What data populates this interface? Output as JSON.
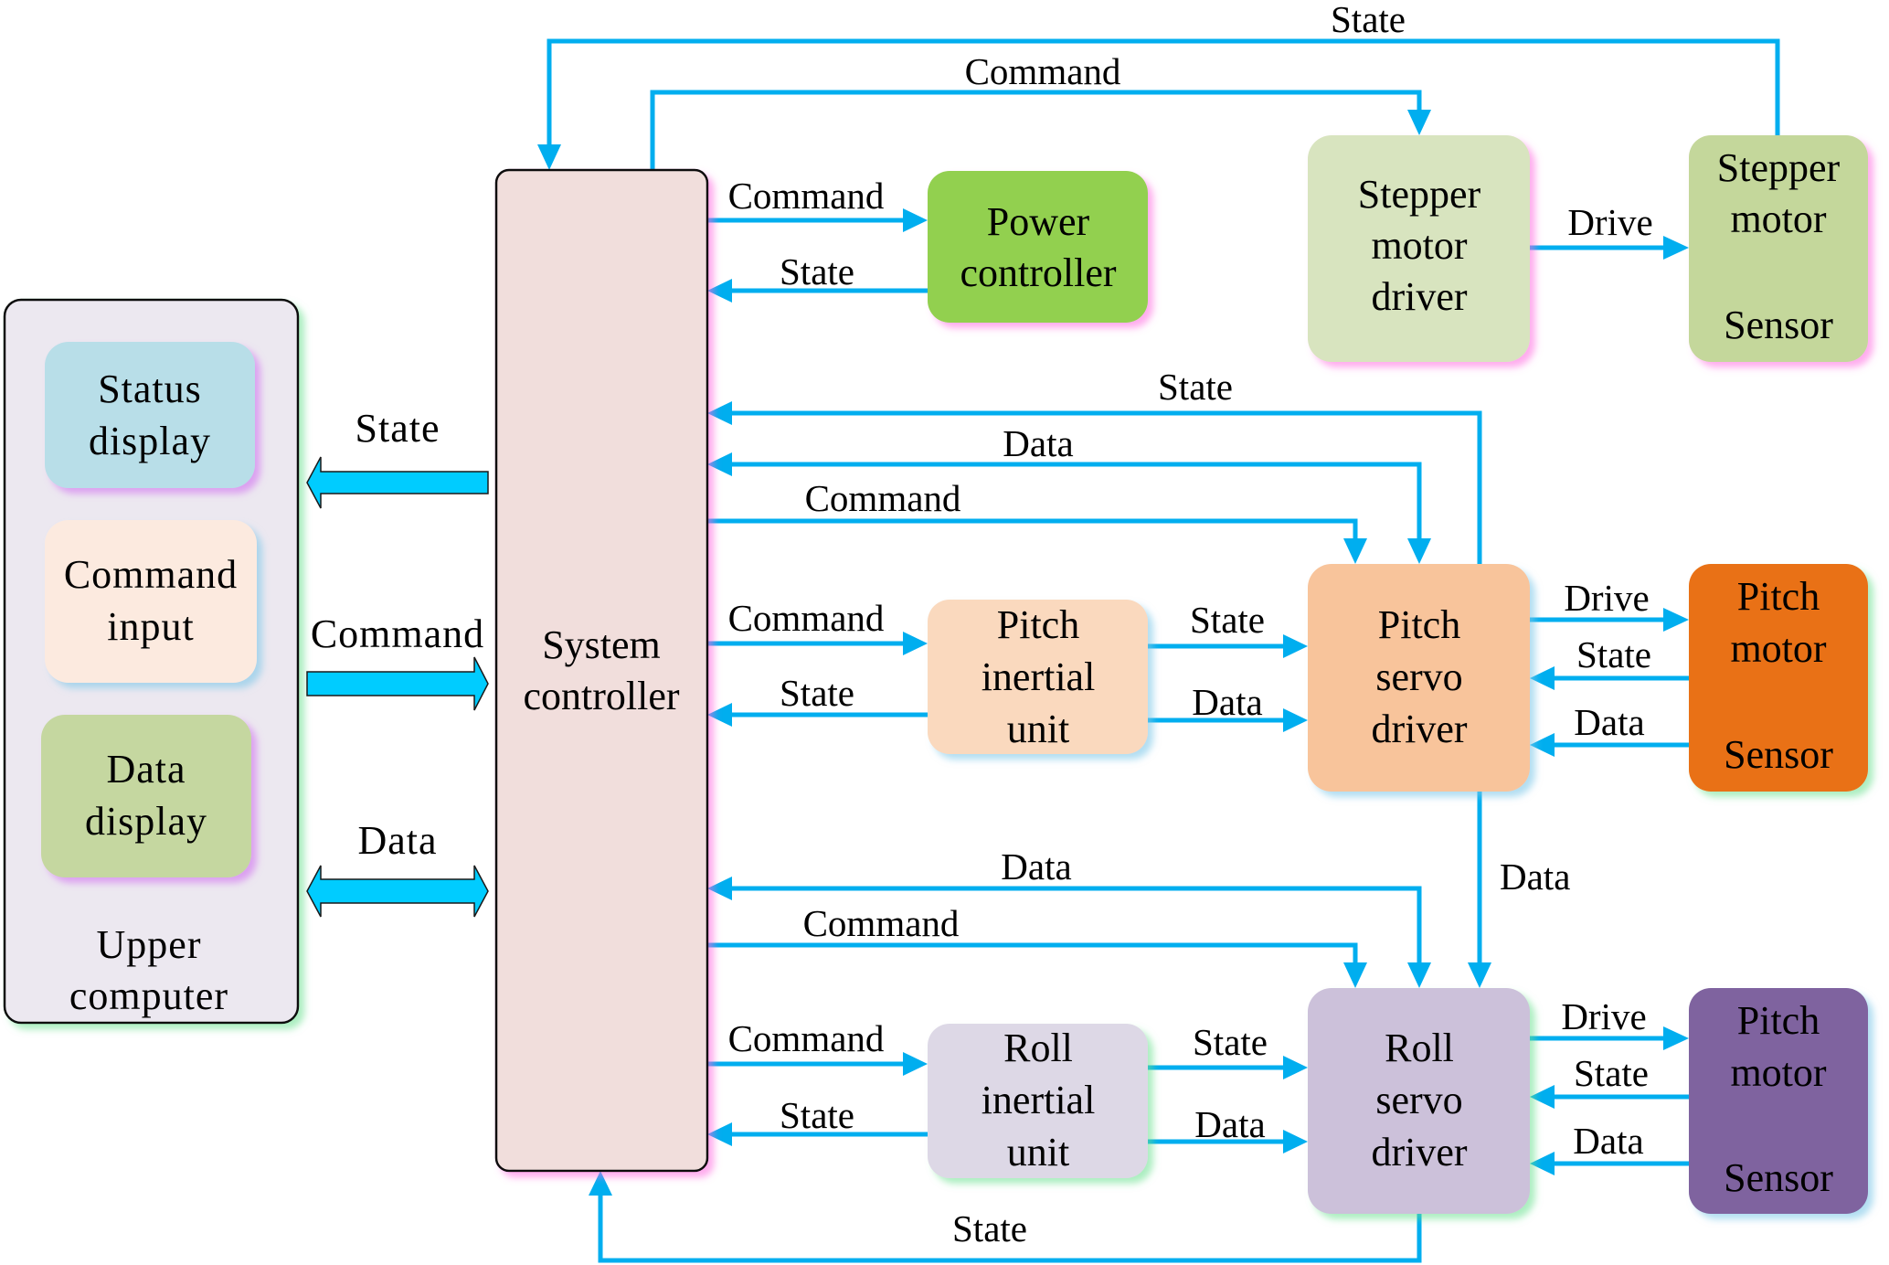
{
  "diagram": {
    "colors": {
      "wire": "#00AEEF",
      "fat_arrow": "#00CCFF",
      "upper_computer": "#ECE8F0",
      "status_display": "#B8DEE8",
      "command_input": "#FCEADF",
      "data_display": "#C5D7A0",
      "system_controller": "#F1DEDC",
      "power_controller": "#92D050",
      "stepper_driver": "#D8E4BF",
      "stepper_motor": "#C4D79B",
      "pitch_inertial": "#FAD9BE",
      "pitch_servo": "#F8C49B",
      "pitch_motor": "#E97113",
      "roll_inertial": "#DDD8E6",
      "roll_servo": "#CCC1DA",
      "roll_motor": "#7F639F"
    },
    "nodes": {
      "upper_computer": {
        "lines": [
          "Upper",
          "computer"
        ]
      },
      "status_display": {
        "lines": [
          "Status",
          "display"
        ]
      },
      "command_input": {
        "lines": [
          "Command",
          "input"
        ]
      },
      "data_display": {
        "lines": [
          "Data",
          "display"
        ]
      },
      "system_controller": {
        "lines": [
          "System",
          "controller"
        ]
      },
      "power_controller": {
        "lines": [
          "Power",
          "controller"
        ]
      },
      "stepper_driver": {
        "lines": [
          "Stepper",
          "motor",
          "driver"
        ]
      },
      "stepper_motor": {
        "lines": [
          "Stepper",
          "motor",
          "Sensor"
        ]
      },
      "pitch_inertial": {
        "lines": [
          "Pitch",
          "inertial",
          "unit"
        ]
      },
      "pitch_servo": {
        "lines": [
          "Pitch",
          "servo",
          "driver"
        ]
      },
      "pitch_motor": {
        "lines": [
          "Pitch",
          "motor",
          "Sensor"
        ]
      },
      "roll_inertial": {
        "lines": [
          "Roll",
          "inertial",
          "unit"
        ]
      },
      "roll_servo": {
        "lines": [
          "Roll",
          "servo",
          "driver"
        ]
      },
      "roll_motor": {
        "lines": [
          "Pitch",
          "motor",
          "Sensor"
        ]
      }
    },
    "edges": {
      "uc_state": "State",
      "uc_command": "Command",
      "uc_data": "Data",
      "top_state": "State",
      "top_command": "Command",
      "power_command": "Command",
      "power_state": "State",
      "stepper_drive": "Drive",
      "pitch_state_up": "State",
      "pitch_data_up": "Data",
      "pitch_command_down": "Command",
      "pitch_inertial_command": "Command",
      "pitch_inertial_state": "State",
      "pitch_iu_state": "State",
      "pitch_iu_data": "Data",
      "pitch_drive": "Drive",
      "pitch_motor_state": "State",
      "pitch_motor_data": "Data",
      "pitch_to_roll_data": "Data",
      "roll_data_up": "Data",
      "roll_command_down": "Command",
      "roll_inertial_command": "Command",
      "roll_inertial_state": "State",
      "roll_iu_state": "State",
      "roll_iu_data": "Data",
      "roll_drive": "Drive",
      "roll_motor_state": "State",
      "roll_motor_data": "Data",
      "bottom_state": "State"
    }
  }
}
